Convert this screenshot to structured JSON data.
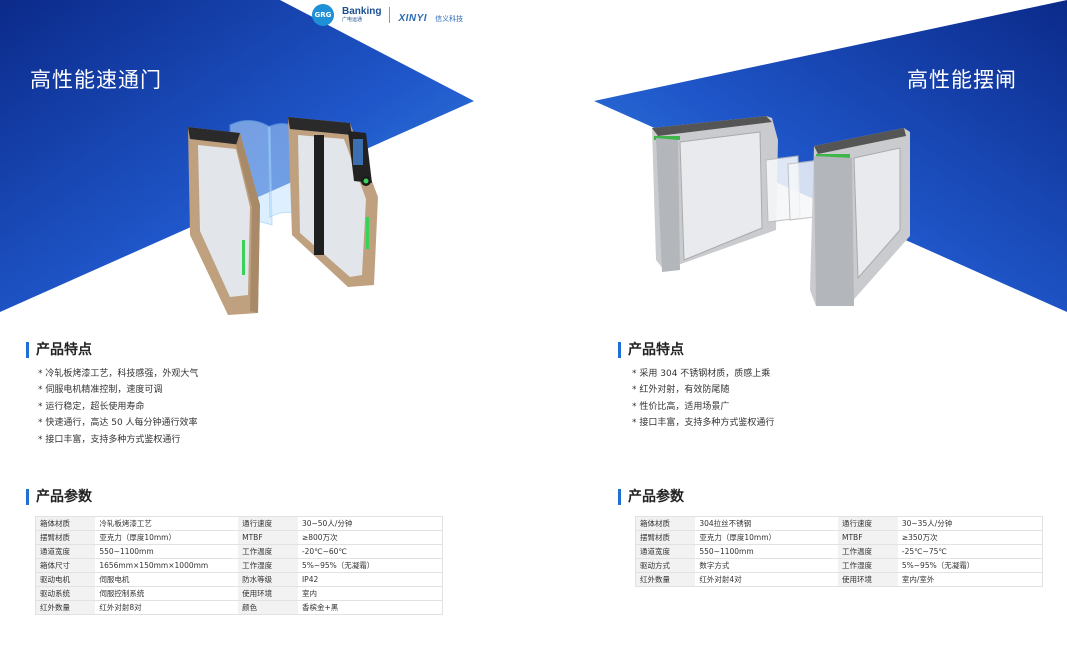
{
  "logo": {
    "badge": "GRG",
    "brand": "Banking",
    "brand_sub": "广电运通",
    "partner": "XINYI",
    "partner_cn": "信义科技"
  },
  "colors": {
    "banner_dark": "#0b2a8a",
    "banner_mid": "#1f56c9",
    "banner_light": "#3a8fe8",
    "accent": "#1f6fd6"
  },
  "left": {
    "hero_title": "高性能速通门",
    "features_title": "产品特点",
    "features": [
      "冷轧板烤漆工艺，科技感强，外观大气",
      "伺服电机精准控制，速度可调",
      "运行稳定，超长使用寿命",
      "快速通行，高达 50 人每分钟通行效率",
      "接口丰富，支持多种方式鉴权通行"
    ],
    "params_title": "产品参数",
    "params": [
      [
        "箱体材质",
        "冷轧板烤漆工艺",
        "通行速度",
        "30~50人/分钟"
      ],
      [
        "摆臂材质",
        "亚克力（厚度10mm）",
        "MTBF",
        "≥800万次"
      ],
      [
        "通道宽度",
        "550~1100mm",
        "工作温度",
        "-20℃~60℃"
      ],
      [
        "箱体尺寸",
        "1656mm×150mm×1000mm",
        "工作湿度",
        "5%~95%（无凝霜）"
      ],
      [
        "驱动电机",
        "伺服电机",
        "防水等级",
        "IP42"
      ],
      [
        "驱动系统",
        "伺服控制系统",
        "使用环境",
        "室内"
      ],
      [
        "红外数量",
        "红外对射8对",
        "颜色",
        "香槟金+黑"
      ]
    ]
  },
  "right": {
    "hero_title": "高性能摆闸",
    "features_title": "产品特点",
    "features": [
      "采用 304 不锈钢材质，质感上乘",
      "红外对射，有效防尾随",
      "性价比高，适用场景广",
      "接口丰富，支持多种方式鉴权通行"
    ],
    "params_title": "产品参数",
    "params": [
      [
        "箱体材质",
        "304拉丝不锈钢",
        "通行速度",
        "30~35人/分钟"
      ],
      [
        "摆臂材质",
        "亚克力（厚度10mm）",
        "MTBF",
        "≥350万次"
      ],
      [
        "通道宽度",
        "550~1100mm",
        "工作温度",
        "-25℃~75℃"
      ],
      [
        "驱动方式",
        "数字方式",
        "工作湿度",
        "5%~95%（无凝霜）"
      ],
      [
        "红外数量",
        "红外对射4对",
        "使用环境",
        "室内/室外"
      ]
    ]
  }
}
